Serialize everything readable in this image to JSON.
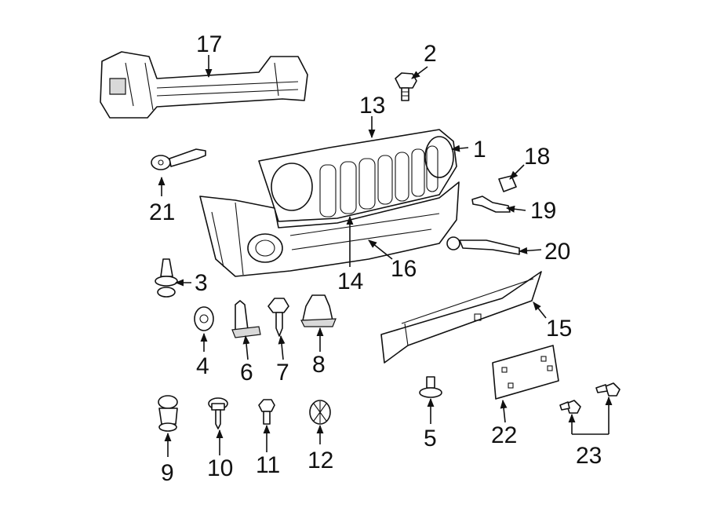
{
  "diagram": {
    "callouts": [
      {
        "id": "c1",
        "label": "1"
      },
      {
        "id": "c2",
        "label": "2"
      },
      {
        "id": "c3",
        "label": "3"
      },
      {
        "id": "c4",
        "label": "4"
      },
      {
        "id": "c5",
        "label": "5"
      },
      {
        "id": "c6",
        "label": "6"
      },
      {
        "id": "c7",
        "label": "7"
      },
      {
        "id": "c8",
        "label": "8"
      },
      {
        "id": "c9",
        "label": "9"
      },
      {
        "id": "c10",
        "label": "10"
      },
      {
        "id": "c11",
        "label": "11"
      },
      {
        "id": "c12",
        "label": "12"
      },
      {
        "id": "c13",
        "label": "13"
      },
      {
        "id": "c14",
        "label": "14"
      },
      {
        "id": "c15",
        "label": "15"
      },
      {
        "id": "c16",
        "label": "16"
      },
      {
        "id": "c17",
        "label": "17"
      },
      {
        "id": "c18",
        "label": "18"
      },
      {
        "id": "c19",
        "label": "19"
      },
      {
        "id": "c20",
        "label": "20"
      },
      {
        "id": "c21",
        "label": "21"
      },
      {
        "id": "c22",
        "label": "22"
      },
      {
        "id": "c23",
        "label": "23"
      }
    ]
  }
}
